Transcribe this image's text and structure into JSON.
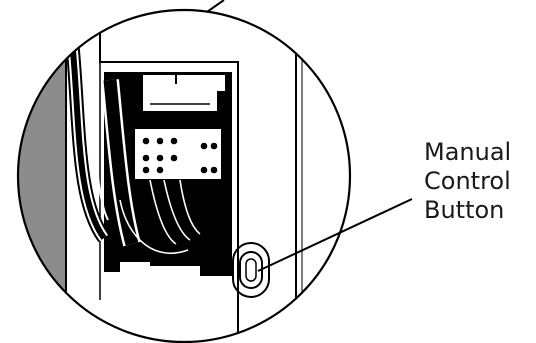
{
  "callout": {
    "line1": "Manual",
    "line2": "Control",
    "line3": "Button"
  },
  "colors": {
    "ink": "#000000",
    "panel_gray": "#8c8c8c",
    "background": "#ffffff"
  }
}
